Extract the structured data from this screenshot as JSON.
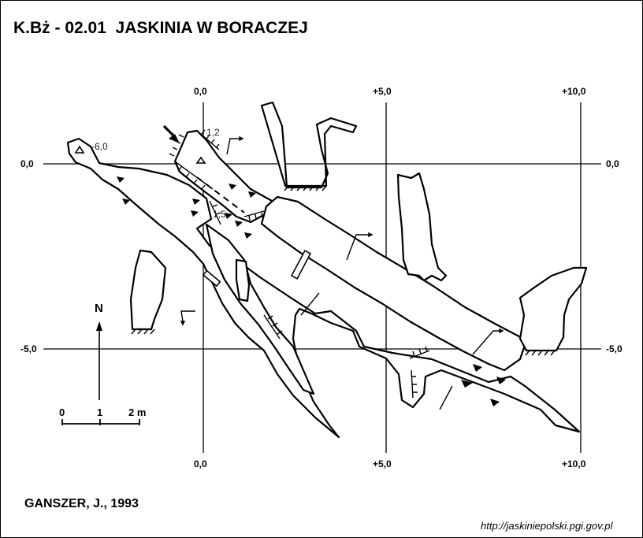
{
  "header": {
    "title": "K.Bż - 02.01  JASKINIA W BORACZEJ"
  },
  "footer": {
    "author": "GANSZER, J., 1993",
    "source_url": "http://jaskiniepolski.pgi.gov.pl"
  },
  "grid": {
    "top_labels": [
      "0,0",
      "+5,0",
      "+10,0"
    ],
    "bottom_labels": [
      "0,0",
      "+5,0",
      "+10,0"
    ],
    "left_labels": [
      "0,0",
      "-5,0"
    ],
    "right_labels": [
      "0,0",
      "-5,0"
    ]
  },
  "survey_points": {
    "p1": "-6,0",
    "p2": "1,2",
    "p3": "1,5"
  },
  "north_arrow": {
    "label": "N"
  },
  "scale_bar": {
    "labels": [
      "0",
      "1",
      "2 m"
    ]
  }
}
